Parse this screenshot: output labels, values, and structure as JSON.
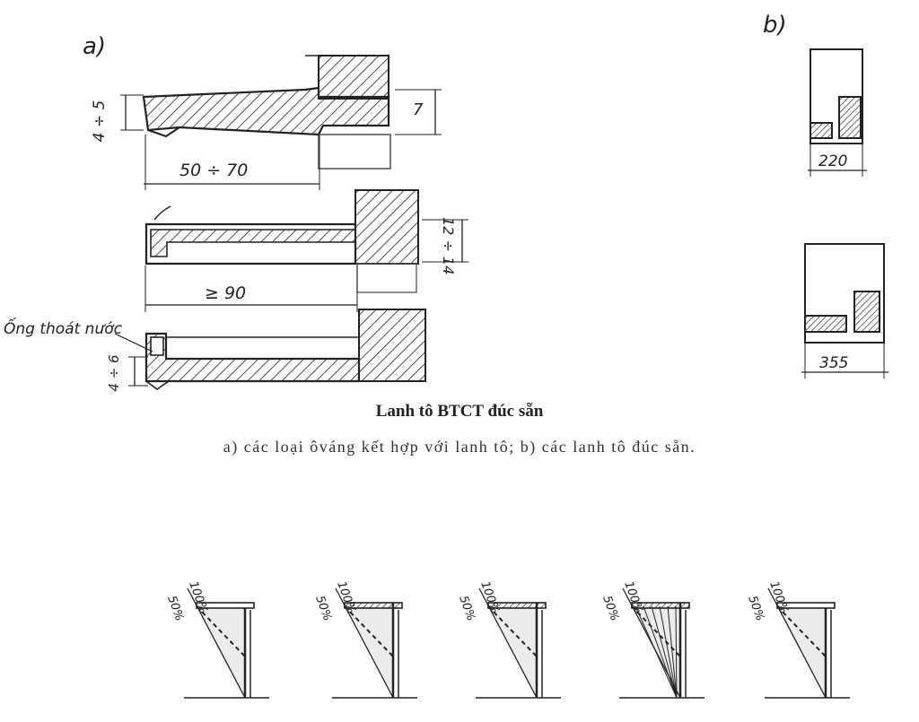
{
  "figure_a": {
    "label": "a)",
    "dim_thickness_1": "4 ÷ 5",
    "dim_height_1": "7",
    "dim_length_1": "50 ÷ 70",
    "dim_height_2": "12 ÷ 14",
    "dim_length_2": "≥ 90",
    "dim_thickness_3": "4 ÷ 6",
    "drain_pipe_label": "Ống thoát nước"
  },
  "figure_b": {
    "label": "b)",
    "width_1": "220",
    "width_2": "355"
  },
  "caption": {
    "title": "Lanh tô BTCT đúc sẵn",
    "subtitle": "a) các loại ôváng kết hợp với lanh tô; b) các lanh tô đúc sẵn."
  },
  "shading_diagrams": [
    {
      "label_full": "100%",
      "label_half": "50%"
    },
    {
      "label_full": "100%",
      "label_half": "50%"
    },
    {
      "label_full": "100%",
      "label_half": "50%"
    },
    {
      "label_full": "100%",
      "label_half": "50%"
    },
    {
      "label_full": "100%",
      "label_half": "50%"
    }
  ]
}
